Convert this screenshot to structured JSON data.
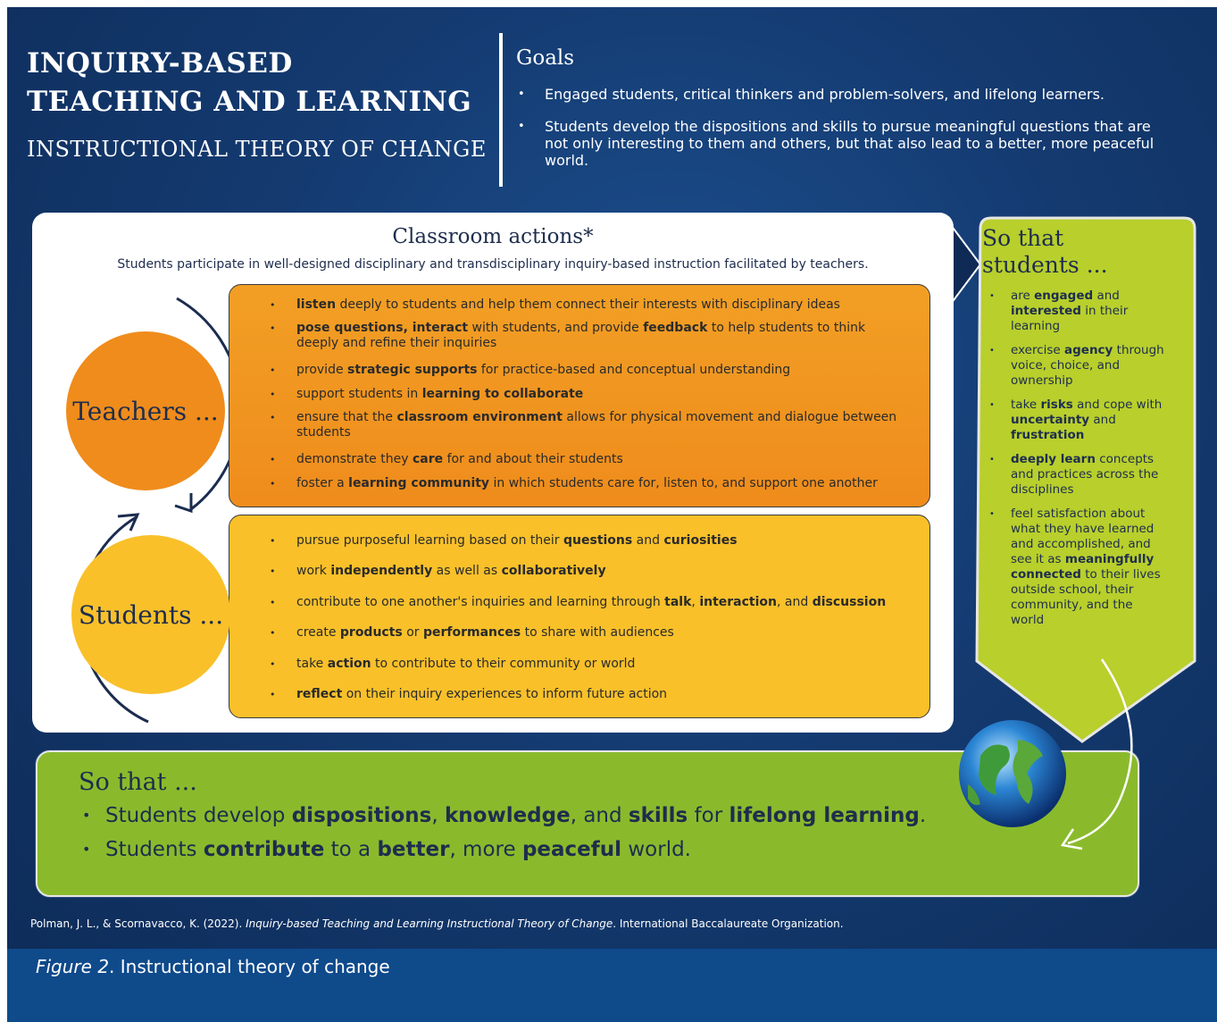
{
  "header": {
    "title_line1": "INQUIRY-BASED",
    "title_line2": "TEACHING AND LEARNING",
    "subtitle": "INSTRUCTIONAL THEORY OF CHANGE"
  },
  "goals": {
    "heading": "Goals",
    "items": [
      "Engaged students, critical thinkers and problem-solvers, and lifelong learners.",
      "Students develop the dispositions and skills to pursue meaningful questions that are not only interesting to them and others, but that also lead to a better, more peaceful world."
    ]
  },
  "classroom": {
    "heading": "Classroom actions*",
    "subheading": "Students participate in well-designed disciplinary and transdisciplinary inquiry-based instruction facilitated by teachers."
  },
  "teachers": {
    "label": "Teachers ...",
    "items": [
      [
        {
          "t": "listen",
          "b": true
        },
        {
          "t": " deeply to students and help them connect their interests with disciplinary ideas"
        }
      ],
      [
        {
          "t": "pose questions, interact",
          "b": true
        },
        {
          "t": " with students, and provide "
        },
        {
          "t": "feedback",
          "b": true
        },
        {
          "t": " to help students to think deeply and refine their inquiries"
        }
      ],
      [
        {
          "t": "provide "
        },
        {
          "t": "strategic supports",
          "b": true
        },
        {
          "t": " for practice-based and conceptual understanding"
        }
      ],
      [
        {
          "t": "support students in "
        },
        {
          "t": "learning to collaborate",
          "b": true
        }
      ],
      [
        {
          "t": "ensure that the "
        },
        {
          "t": "classroom environment",
          "b": true
        },
        {
          "t": " allows for physical movement and dialogue between students"
        }
      ],
      [
        {
          "t": "demonstrate they "
        },
        {
          "t": "care",
          "b": true
        },
        {
          "t": " for and about their students"
        }
      ],
      [
        {
          "t": "foster a "
        },
        {
          "t": "learning community",
          "b": true
        },
        {
          "t": " in which students care for, listen to, and support one another"
        }
      ]
    ]
  },
  "students": {
    "label": "Students ...",
    "items": [
      [
        {
          "t": "pursue purposeful learning based on their "
        },
        {
          "t": "questions",
          "b": true
        },
        {
          "t": " and "
        },
        {
          "t": "curiosities",
          "b": true
        }
      ],
      [
        {
          "t": "work "
        },
        {
          "t": "independently",
          "b": true
        },
        {
          "t": " as well as "
        },
        {
          "t": "collaboratively",
          "b": true
        }
      ],
      [
        {
          "t": "contribute to one another's inquiries and learning through "
        },
        {
          "t": "talk",
          "b": true
        },
        {
          "t": ", "
        },
        {
          "t": "interaction",
          "b": true
        },
        {
          "t": ", and "
        },
        {
          "t": "discussion",
          "b": true
        }
      ],
      [
        {
          "t": "create "
        },
        {
          "t": "products",
          "b": true
        },
        {
          "t": " or "
        },
        {
          "t": "performances",
          "b": true
        },
        {
          "t": " to share with audiences"
        }
      ],
      [
        {
          "t": "take "
        },
        {
          "t": "action",
          "b": true
        },
        {
          "t": " to contribute to their community or world"
        }
      ],
      [
        {
          "t": "reflect",
          "b": true
        },
        {
          "t": " on their inquiry experiences to inform future action"
        }
      ]
    ]
  },
  "so_that_students": {
    "heading_line1": "So that",
    "heading_line2": "students ...",
    "items": [
      [
        {
          "t": "are "
        },
        {
          "t": "engaged",
          "b": true
        },
        {
          "t": " and "
        },
        {
          "t": "interested",
          "b": true
        },
        {
          "t": " in their learning"
        }
      ],
      [
        {
          "t": "exercise "
        },
        {
          "t": "agency",
          "b": true
        },
        {
          "t": " through voice, choice, and ownership"
        }
      ],
      [
        {
          "t": "take "
        },
        {
          "t": "risks",
          "b": true
        },
        {
          "t": " and cope with "
        },
        {
          "t": "uncertainty",
          "b": true
        },
        {
          "t": " and "
        },
        {
          "t": "frustration",
          "b": true
        }
      ],
      [
        {
          "t": "deeply learn",
          "b": true
        },
        {
          "t": " concepts and practices across the disciplines"
        }
      ],
      [
        {
          "t": "feel satisfaction about what they have learned and accomplished, and see it as "
        },
        {
          "t": "meaningfully connected",
          "b": true
        },
        {
          "t": " to their lives outside school, their community, and the world"
        }
      ]
    ]
  },
  "so_that": {
    "heading": "So that ...",
    "items": [
      [
        {
          "t": "Students develop "
        },
        {
          "t": "dispositions",
          "b": true
        },
        {
          "t": ", "
        },
        {
          "t": "knowledge",
          "b": true
        },
        {
          "t": ", and "
        },
        {
          "t": "skills",
          "b": true
        },
        {
          "t": " for "
        },
        {
          "t": "lifelong learning",
          "b": true
        },
        {
          "t": "."
        }
      ],
      [
        {
          "t": "Students "
        },
        {
          "t": "contribute",
          "b": true
        },
        {
          "t": " to a "
        },
        {
          "t": "better",
          "b": true
        },
        {
          "t": ", more "
        },
        {
          "t": "peaceful",
          "b": true
        },
        {
          "t": " world."
        }
      ]
    ]
  },
  "citation": {
    "pre": "Polman, J. L., & Scornavacco, K. (2022). ",
    "italic": "Inquiry-based Teaching and Learning Instructional Theory of Change",
    "post": ". International Baccalaureate Organization."
  },
  "figure": {
    "label": "Figure 2",
    "caption": ". Instructional theory of change"
  },
  "colors": {
    "background": "#143a70",
    "teachers_orange": "#ef8c1c",
    "students_yellow": "#f9c02a",
    "outcome_green": "#8aba2c",
    "students_green": "#b8cf2c",
    "footer_blue": "#0f4a8b"
  },
  "icons": [
    "globe-icon",
    "arrow-right-icon",
    "cycle-arrow-icon"
  ]
}
